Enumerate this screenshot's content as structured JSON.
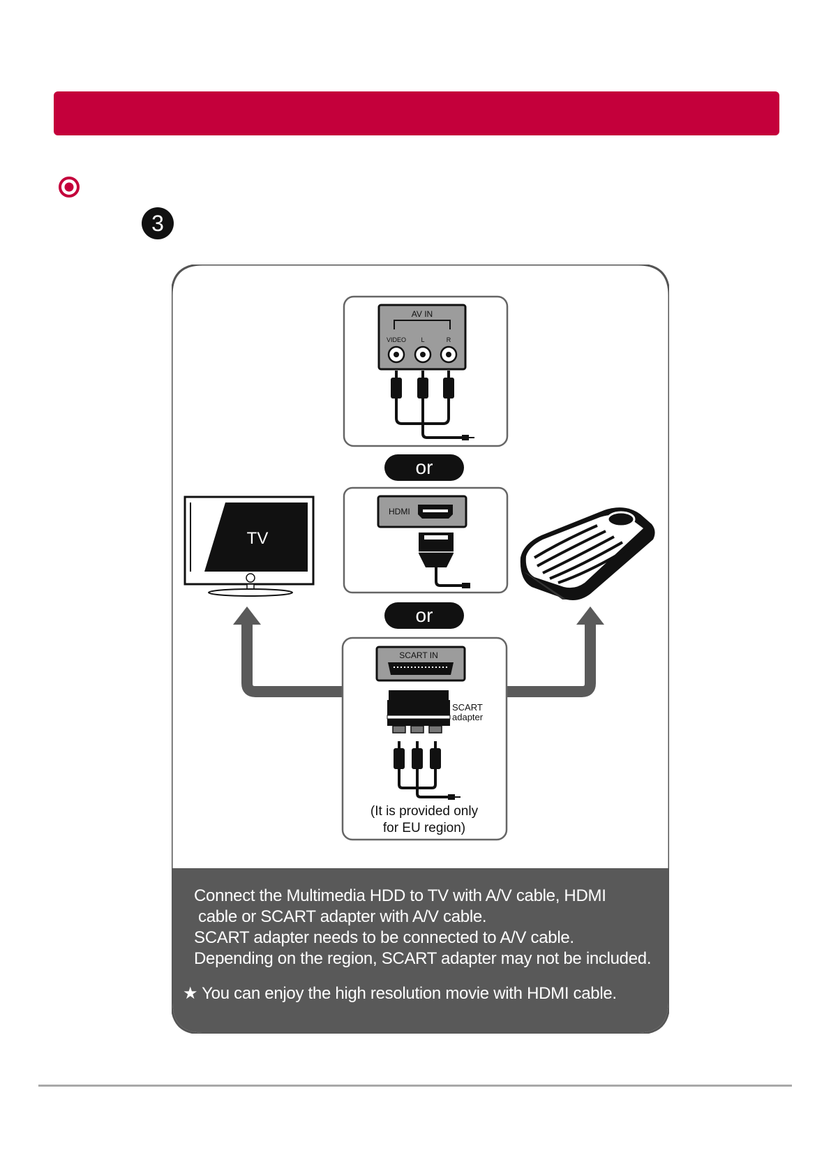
{
  "step": {
    "number": "3"
  },
  "diagram": {
    "av_in": {
      "title": "AV IN",
      "video": "VIDEO",
      "left": "L",
      "right": "R"
    },
    "or_label": "or",
    "hdmi": {
      "label": "HDMI"
    },
    "tv": {
      "label": "TV"
    },
    "scart": {
      "in_label": "SCART IN",
      "adapter_line1": "SCART",
      "adapter_line2": "adapter",
      "note_line1": "(It is provided only",
      "note_line2": "for EU region)"
    }
  },
  "instructions": {
    "line1": "Connect the Multimedia HDD to TV with A/V cable, HDMI",
    "line2": "cable or SCART adapter with A/V cable.",
    "line3": "SCART adapter needs to be connected to A/V cable.",
    "line4": "Depending on the region, SCART adapter may not be included.",
    "note": "★ You can enjoy the high resolution movie with HDMI cable."
  },
  "colors": {
    "accent": "#c4003b",
    "panel_dark": "#595959",
    "arrow": "#5a5a5a"
  }
}
